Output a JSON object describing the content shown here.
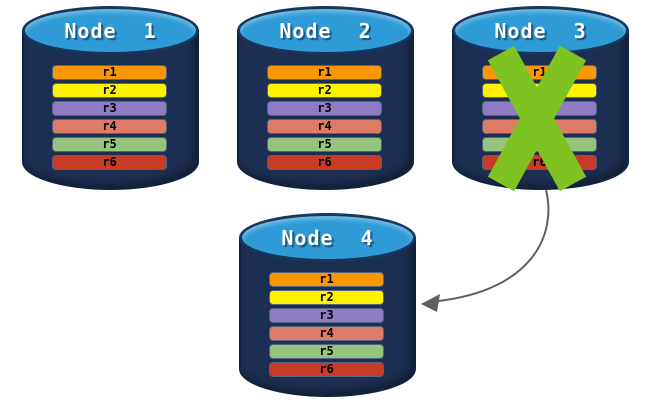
{
  "colors": {
    "canvas_bg": "#ffffff",
    "cylinder_body": "#1c2f52",
    "cylinder_body_border": "#0f2240",
    "cylinder_top": "#2e9bd6",
    "cylinder_top_border": "#17375e",
    "node_label_text": "#ffffff",
    "record_label_text": "#000000",
    "failure_x": "#7ec321",
    "arrow": "#5f5f5f"
  },
  "nodes": [
    {
      "label": "Node 1",
      "failed": false,
      "records": [
        {
          "label": "r1",
          "color": "#fa9706"
        },
        {
          "label": "r2",
          "color": "#fef200"
        },
        {
          "label": "r3",
          "color": "#8e7cc3"
        },
        {
          "label": "r4",
          "color": "#de7d67"
        },
        {
          "label": "r5",
          "color": "#94c47e"
        },
        {
          "label": "r6",
          "color": "#c93a27"
        }
      ]
    },
    {
      "label": "Node 2",
      "failed": false,
      "records": [
        {
          "label": "r1",
          "color": "#fa9706"
        },
        {
          "label": "r2",
          "color": "#fef200"
        },
        {
          "label": "r3",
          "color": "#8e7cc3"
        },
        {
          "label": "r4",
          "color": "#de7d67"
        },
        {
          "label": "r5",
          "color": "#94c47e"
        },
        {
          "label": "r6",
          "color": "#c93a27"
        }
      ]
    },
    {
      "label": "Node 3",
      "failed": true,
      "records": [
        {
          "label": "r1",
          "color": "#fa9706"
        },
        {
          "label": "r2",
          "color": "#fef200"
        },
        {
          "label": "r3",
          "color": "#8e7cc3"
        },
        {
          "label": "r4",
          "color": "#de7d67"
        },
        {
          "label": "r5",
          "color": "#94c47e"
        },
        {
          "label": "r6",
          "color": "#c93a27"
        }
      ]
    },
    {
      "label": "Node 4",
      "failed": false,
      "records": [
        {
          "label": "r1",
          "color": "#fa9706"
        },
        {
          "label": "r2",
          "color": "#fef200"
        },
        {
          "label": "r3",
          "color": "#8e7cc3"
        },
        {
          "label": "r4",
          "color": "#de7d67"
        },
        {
          "label": "r5",
          "color": "#94c47e"
        },
        {
          "label": "r6",
          "color": "#c93a27"
        }
      ]
    }
  ],
  "connector": {
    "from_label": "Node 3",
    "to_label": "Node 4"
  }
}
